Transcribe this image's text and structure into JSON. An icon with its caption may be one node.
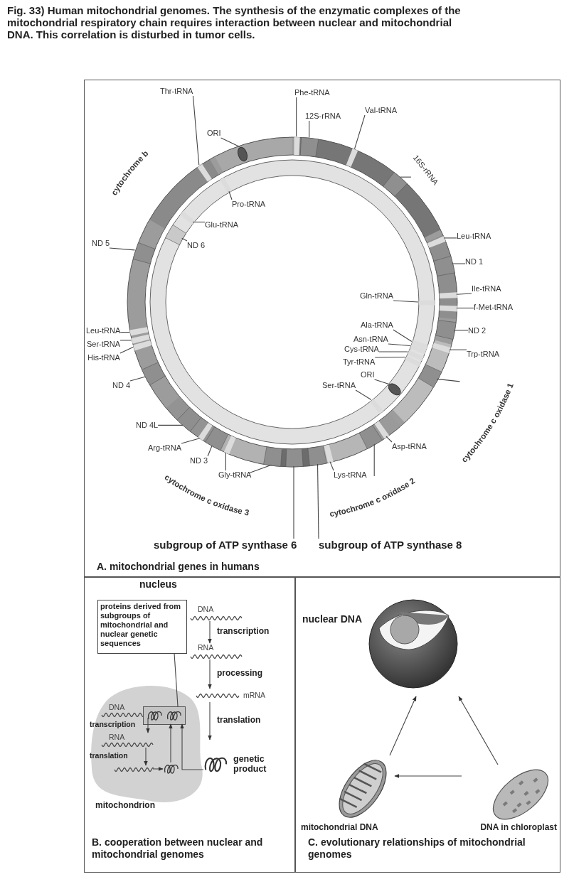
{
  "diagram": {
    "title": "Fig. 33) Human mitochondrial genomes. The synthesis of the enzymatic complexes of the mitochondrial respiratory chain requires interaction between nuclear and mitochondrial DNA. This correlation is disturbed in tumor cells.",
    "nodes": [
      {
        "text": [
          "A. mitochondrial genes in humans"
        ]
      },
      {
        "text": [
          "B. cooperation between nuclear and mitochondrial genomes"
        ]
      },
      {
        "text": [
          "C. evolutionary relationships of mitochondrial genomes"
        ]
      },
      {
        "text": [
          "Thr-tRNA"
        ],
        "in": 0
      },
      {
        "text": [
          "Phe-tRNA"
        ],
        "in": 0
      },
      {
        "text": [
          "12S-rRNA"
        ],
        "in": 0
      },
      {
        "text": [
          "Val-tRNA"
        ],
        "in": 0
      },
      {
        "text": [
          "ORI"
        ],
        "in": 0
      },
      {
        "text": [
          "16S-rRNA"
        ],
        "in": 0
      },
      {
        "text": [
          "Pro-tRNA"
        ],
        "in": 0
      },
      {
        "text": [
          "Glu-tRNA"
        ],
        "in": 0
      },
      {
        "text": [
          "ND 5"
        ],
        "in": 0
      },
      {
        "text": [
          "ND 6"
        ],
        "in": 0
      },
      {
        "text": [
          "Leu-tRNA"
        ],
        "in": 0
      },
      {
        "text": [
          "ND 1"
        ],
        "in": 0
      },
      {
        "text": [
          "Ile-tRNA"
        ],
        "in": 0
      },
      {
        "text": [
          "Gln-tRNA"
        ],
        "in": 0
      },
      {
        "text": [
          "f-Met-tRNA"
        ],
        "in": 0
      },
      {
        "text": [
          "Leu-tRNA"
        ],
        "in": 0
      },
      {
        "text": [
          "Ala-tRNA"
        ],
        "in": 0
      },
      {
        "text": [
          "ND 2"
        ],
        "in": 0
      },
      {
        "text": [
          "Asn-tRNA"
        ],
        "in": 0
      },
      {
        "text": [
          "Ser-tRNA"
        ],
        "in": 0
      },
      {
        "text": [
          "Cys-tRNA"
        ],
        "in": 0
      },
      {
        "text": [
          "Trp-tRNA"
        ],
        "in": 0
      },
      {
        "text": [
          "His-tRNA"
        ],
        "in": 0
      },
      {
        "text": [
          "Tyr-tRNA"
        ],
        "in": 0
      },
      {
        "text": [
          "ORI"
        ],
        "in": 0
      },
      {
        "text": [
          "ND 4"
        ],
        "in": 0
      },
      {
        "text": [
          "Ser-tRNA"
        ],
        "in": 0
      },
      {
        "text": [
          "cytochrome c oxidase 1"
        ],
        "in": 0
      },
      {
        "text": [
          "ND 4L"
        ],
        "in": 0
      },
      {
        "text": [
          "Arg-tRNA"
        ],
        "in": 0
      },
      {
        "text": [
          "Asp-tRNA"
        ],
        "in": 0
      },
      {
        "text": [
          "ND 3"
        ],
        "in": 0
      },
      {
        "text": [
          "Gly-tRNA"
        ],
        "in": 0
      },
      {
        "text": [
          "Lys-tRNA"
        ],
        "in": 0
      },
      {
        "text": [
          "cytochrome c oxidase 3"
        ],
        "in": 0
      },
      {
        "text": [
          "cytochrome c oxidase 2"
        ],
        "in": 0
      },
      {
        "text": [
          "subgroup of ATP synthase 6"
        ],
        "in": 0
      },
      {
        "text": [
          "subgroup of ATP synthase 8"
        ],
        "in": 0
      },
      {
        "text": [
          "mitochondrion"
        ],
        "in": 1
      },
      {
        "text": [
          "proteins derived from subgroups of mitochondrial and nuclear genetic sequences"
        ],
        "in": 1
      },
      {
        "text": [
          "DNA"
        ],
        "in": 41
      },
      {
        "text": [],
        "shape": "box",
        "in": 41
      },
      {
        "text": [
          "RNA"
        ],
        "in": 41
      },
      {
        "text": [],
        "shape": "picture",
        "in": 41
      },
      {
        "text": [],
        "shape": "picture",
        "in": 41
      },
      {
        "text": [
          "DNA"
        ],
        "in": 1
      },
      {
        "text": [
          "RNA"
        ],
        "in": 1
      },
      {
        "text": [
          "mRNA"
        ],
        "in": 1
      },
      {
        "text": [
          "genetic product"
        ],
        "in": 1
      },
      {
        "text": [
          "nuclear DNA"
        ],
        "in": 2
      },
      {
        "text": [
          "mitochondrial DNA"
        ],
        "in": 2
      },
      {
        "text": [
          "DNA in chloroplast"
        ],
        "in": 2
      },
      {
        "text": [],
        "shape": "bar",
        "in": 0
      },
      {
        "text": [],
        "shape": "bar",
        "in": 0
      },
      {
        "text": [],
        "shape": "bar",
        "in": 0
      },
      {
        "text": [],
        "shape": "bar",
        "in": 0
      },
      {
        "text": [],
        "shape": "circle",
        "in": 0
      },
      {
        "text": [],
        "shape": "bar",
        "in": 0
      },
      {
        "text": [],
        "shape": "bar",
        "in": 0
      },
      {
        "text": [],
        "shape": "bar",
        "in": 0
      },
      {
        "text": [],
        "shape": "bar",
        "in": 0
      },
      {
        "text": [],
        "shape": "bar",
        "in": 0
      },
      {
        "text": [],
        "shape": "bar",
        "in": 0
      },
      {
        "text": [],
        "shape": "bar",
        "in": 0
      },
      {
        "text": [],
        "shape": "bar",
        "in": 0
      },
      {
        "text": [],
        "shape": "bar",
        "in": 0
      },
      {
        "text": [],
        "shape": "bar",
        "in": 0
      },
      {
        "text": [],
        "shape": "bar",
        "in": 0
      },
      {
        "text": [],
        "shape": "bar",
        "in": 0
      },
      {
        "text": [],
        "shape": "bar",
        "in": 0
      },
      {
        "text": [],
        "shape": "bar",
        "in": 0
      },
      {
        "text": [],
        "shape": "bar",
        "in": 0
      },
      {
        "text": [],
        "shape": "bar",
        "in": 0
      },
      {
        "text": [],
        "shape": "bar",
        "in": 0
      },
      {
        "text": [],
        "shape": "bar",
        "in": 0
      },
      {
        "text": [],
        "shape": "bar",
        "in": 0
      },
      {
        "text": [],
        "shape": "circle",
        "in": 0
      },
      {
        "text": [],
        "shape": "bar",
        "in": 0
      },
      {
        "text": [],
        "shape": "bar",
        "in": 0
      },
      {
        "text": [],
        "shape": "bar",
        "in": 0
      },
      {
        "text": [],
        "shape": "bar",
        "in": 0
      },
      {
        "text": [],
        "shape": "bar",
        "in": 0
      },
      {
        "text": [],
        "shape": "bar",
        "in": 0
      },
      {
        "text": [],
        "shape": "bar",
        "in": 0
      },
      {
        "text": [],
        "shape": "bar",
        "in": 0
      },
      {
        "text": [],
        "shape": "bar",
        "in": 0
      },
      {
        "text": [],
        "shape": "bar",
        "in": 0
      },
      {
        "text": [],
        "shape": "bar",
        "in": 0
      },
      {
        "text": [],
        "shape": "bar",
        "in": 0
      },
      {
        "text": [],
        "shape": "bar",
        "in": 0
      }
    ],
    "edges": [
      {
        "from": 3,
        "to": 55,
        "arrow": "none"
      },
      {
        "from": 4,
        "to": 56,
        "arrow": "none"
      },
      {
        "from": 5,
        "to": 57,
        "arrow": "none"
      },
      {
        "from": 6,
        "to": 58,
        "arrow": "none"
      },
      {
        "from": 7,
        "to": 59,
        "arrow": "none"
      },
      {
        "from": 8,
        "to": 60,
        "arrow": "none"
      },
      {
        "from": 9,
        "to": 61,
        "arrow": "none"
      },
      {
        "from": 10,
        "to": 62,
        "arrow": "none"
      },
      {
        "from": 11,
        "to": 63,
        "arrow": "none"
      },
      {
        "from": 12,
        "to": 64,
        "arrow": "none"
      },
      {
        "from": 13,
        "to": 65,
        "arrow": "none"
      },
      {
        "from": 14,
        "to": 66,
        "arrow": "none"
      },
      {
        "from": 15,
        "to": 67,
        "arrow": "none"
      },
      {
        "from": 16,
        "to": 68,
        "arrow": "none"
      },
      {
        "from": 17,
        "to": 69,
        "arrow": "none"
      },
      {
        "from": 18,
        "to": 70,
        "arrow": "none"
      },
      {
        "from": 19,
        "to": 71,
        "arrow": "none"
      },
      {
        "from": 20,
        "to": 72,
        "arrow": "none"
      },
      {
        "from": 21,
        "to": 73,
        "arrow": "none"
      },
      {
        "from": 22,
        "to": 74,
        "arrow": "none"
      },
      {
        "from": 23,
        "to": 75,
        "arrow": "none"
      },
      {
        "from": 24,
        "to": 76,
        "arrow": "none"
      },
      {
        "from": 25,
        "to": 77,
        "arrow": "none"
      },
      {
        "from": 26,
        "to": 78,
        "arrow": "none"
      },
      {
        "from": 27,
        "to": 79,
        "arrow": "none"
      },
      {
        "from": 28,
        "to": 80,
        "arrow": "none"
      },
      {
        "from": 29,
        "to": 81,
        "arrow": "none"
      },
      {
        "from": 30,
        "to": 82,
        "arrow": "none"
      },
      {
        "from": 31,
        "to": 83,
        "arrow": "none"
      },
      {
        "from": 32,
        "to": 84,
        "arrow": "none"
      },
      {
        "from": 33,
        "to": 85,
        "arrow": "none"
      },
      {
        "from": 34,
        "to": 86,
        "arrow": "none"
      },
      {
        "from": 35,
        "to": 87,
        "arrow": "none"
      },
      {
        "from": 36,
        "to": 88,
        "arrow": "none"
      },
      {
        "from": 37,
        "to": 89,
        "arrow": "none"
      },
      {
        "from": 38,
        "to": 90,
        "arrow": "none"
      },
      {
        "from": 39,
        "to": 91,
        "arrow": "none"
      },
      {
        "from": 40,
        "to": 92,
        "arrow": "none"
      },
      {
        "from": 42,
        "to": 44,
        "arrow": "none"
      },
      {
        "from": 43,
        "to": 45,
        "arrow": "to",
        "label": "transcription"
      },
      {
        "from": 45,
        "to": 46,
        "arrow": "to",
        "label": "translation"
      },
      {
        "from": 46,
        "to": 47,
        "arrow": "to"
      },
      {
        "from": 47,
        "to": 44,
        "arrow": "to"
      },
      {
        "from": 48,
        "to": 49,
        "arrow": "to",
        "label": "transcription"
      },
      {
        "from": 49,
        "to": 50,
        "arrow": "to",
        "label": "processing"
      },
      {
        "from": 50,
        "to": 51,
        "arrow": "to",
        "label": "translation"
      },
      {
        "from": 51,
        "to": 44,
        "arrow": "to"
      },
      {
        "from": 53,
        "to": 52,
        "arrow": "to"
      },
      {
        "from": 54,
        "to": 52,
        "arrow": "to"
      },
      {
        "from": 54,
        "to": 53,
        "arrow": "to"
      }
    ],
    "labels": [
      "cytochrome b",
      "nucleus"
    ]
  }
}
